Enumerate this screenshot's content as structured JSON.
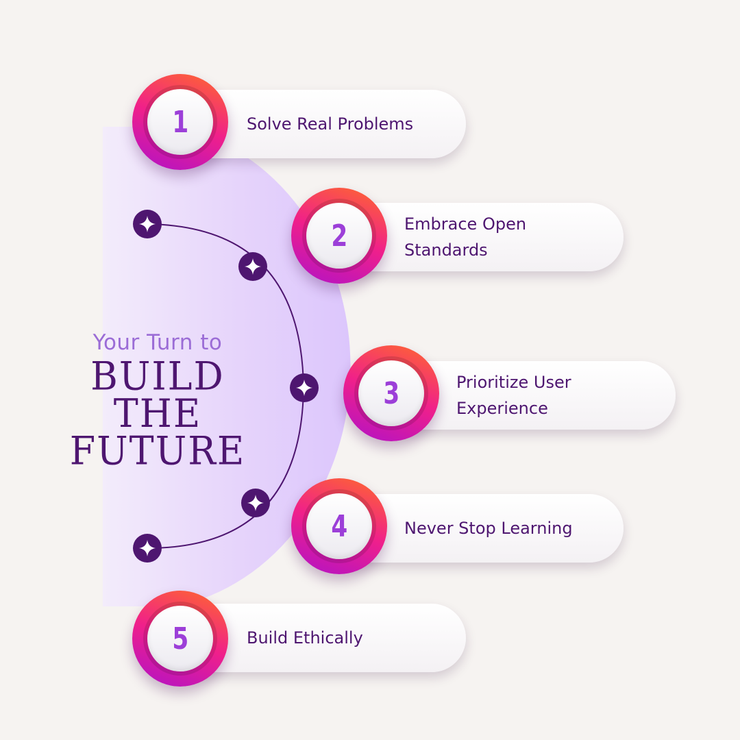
{
  "heading": {
    "subtitle": "Your Turn to",
    "title_line1": "BUILD THE",
    "title_line2": "FUTURE"
  },
  "steps": [
    {
      "number": "1",
      "label": "Solve Real Problems"
    },
    {
      "number": "2",
      "label": "Embrace Open\nStandards"
    },
    {
      "number": "3",
      "label": "Prioritize User\nExperience"
    },
    {
      "number": "4",
      "label": "Never Stop Learning"
    },
    {
      "number": "5",
      "label": "Build Ethically"
    }
  ],
  "colors": {
    "background": "#f6f3f1",
    "accent_dark": "#4e1670",
    "accent_light": "#9b6cd6",
    "panel": "#dcc8ff",
    "badge_gradient": [
      "#ff6a2b",
      "#f0208a",
      "#b012c8"
    ]
  },
  "icons": {
    "node": "four-point-sparkle-icon"
  }
}
